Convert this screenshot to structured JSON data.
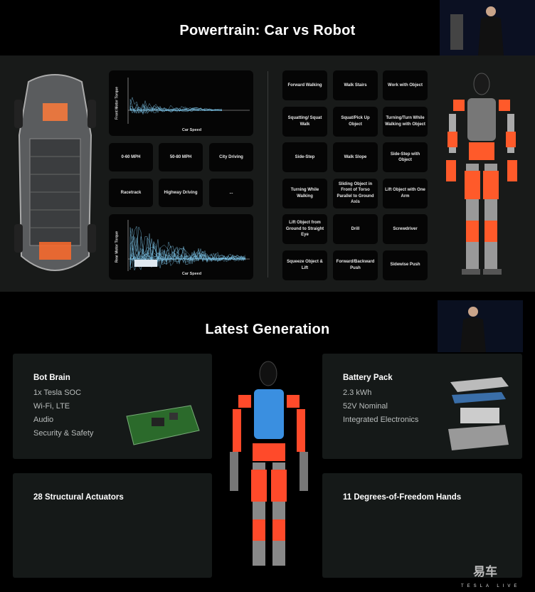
{
  "powertrain": {
    "title": "Powertrain: Car vs Robot",
    "front_chart": {
      "ylabel": "Front Motor Torque",
      "xlabel": "Car Speed"
    },
    "rear_chart": {
      "ylabel": "Rear Motor Torque",
      "xlabel": "Car Speed"
    },
    "car_cases": [
      "0-60 MPH",
      "50-80 MPH",
      "City Driving",
      "Racetrack",
      "Highway Driving",
      "..."
    ],
    "robot_tasks": [
      "Forward Walking",
      "Walk Stairs",
      "Work with Object",
      "Squatting/ Squat Walk",
      "Squat/Pick Up Object",
      "Turning/Turn While Walking with Object",
      "Side-Step",
      "Walk Slope",
      "Side-Step with Object",
      "Turning While Walking",
      "Sliding Object in Front of Torso Parallel to Ground Axis",
      "Lift Object with One Arm",
      "Lift Object from Ground to Straight Eye",
      "Drill",
      "Screwdriver",
      "Squeeze Object & Lift",
      "Forward/Backward Push",
      "Sidewise Push"
    ]
  },
  "latest": {
    "title": "Latest Generation",
    "bot_brain": {
      "heading": "Bot Brain",
      "lines": [
        "1x Tesla SOC",
        "Wi-Fi, LTE",
        "Audio",
        "Security & Safety"
      ]
    },
    "battery": {
      "heading": "Battery Pack",
      "lines": [
        "2.3 kWh",
        "52V Nominal",
        "Integrated Electronics"
      ]
    },
    "actuators": {
      "heading": "28 Structural Actuators"
    },
    "hands": {
      "heading": "11 Degrees-of-Freedom Hands"
    }
  },
  "watermark": {
    "logo": "易车",
    "brand": "TESLA LIVE"
  },
  "colors": {
    "background": "#000000",
    "panel": "#181a19",
    "cell": "#050505",
    "card": "#151918",
    "trace": "#7fc8ec",
    "actuator": "#ff5a2a"
  }
}
